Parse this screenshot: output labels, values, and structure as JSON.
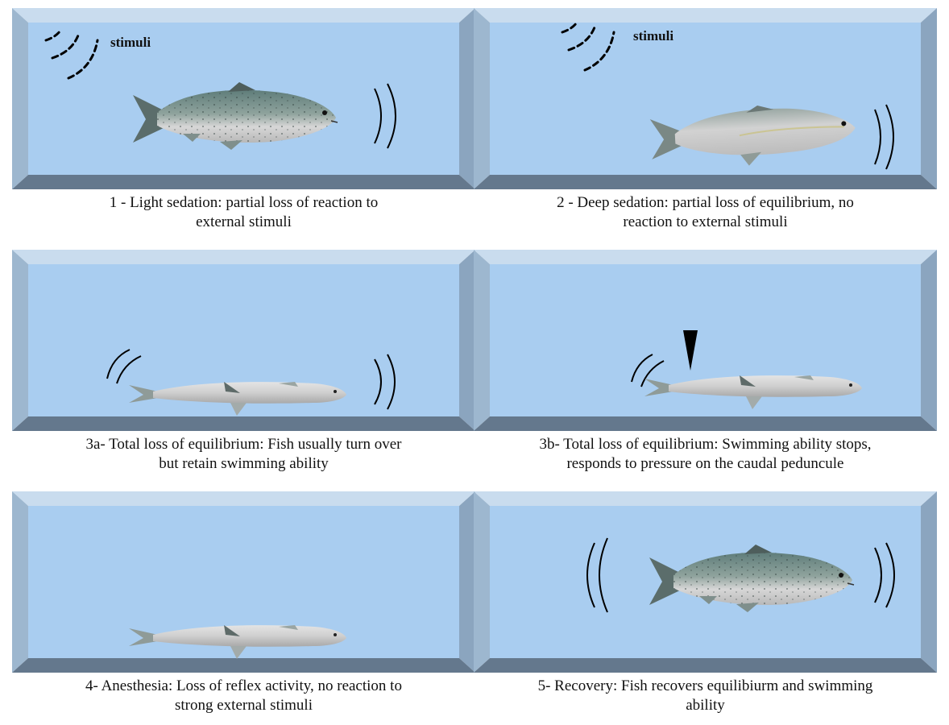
{
  "stimuli_label": "stimuli",
  "colors": {
    "water": "#a9cdf0",
    "frame_top": "#c9dcee",
    "frame_side": "#8ba5bf",
    "frame_bottom": "#64788d",
    "fish_back": "#6f8b87",
    "fish_belly": "#d8d8d8"
  },
  "icons": [
    "stimuli-wave-icon",
    "sound-wave-icon",
    "pressure-arrow-icon",
    "salmon-icon"
  ],
  "panels": [
    {
      "caption_line1": "1 - Light sedation: partial loss of reaction to",
      "caption_line2": "external stimuli"
    },
    {
      "caption_line1": "2 - Deep sedation: partial loss of equilibrium, no",
      "caption_line2": "reaction to external stimuli"
    },
    {
      "caption_line1": "3a- Total loss of equilibrium: Fish usually turn over",
      "caption_line2": "but retain swimming ability"
    },
    {
      "caption_line1": "3b- Total loss of equilibrium: Swimming ability stops,",
      "caption_line2": "responds to pressure on the caudal peduncule"
    },
    {
      "caption_line1": "4- Anesthesia: Loss of reflex activity, no reaction to",
      "caption_line2": "strong external stimuli"
    },
    {
      "caption_line1": "5- Recovery: Fish recovers equilibiurm and swimming",
      "caption_line2": "ability"
    }
  ]
}
